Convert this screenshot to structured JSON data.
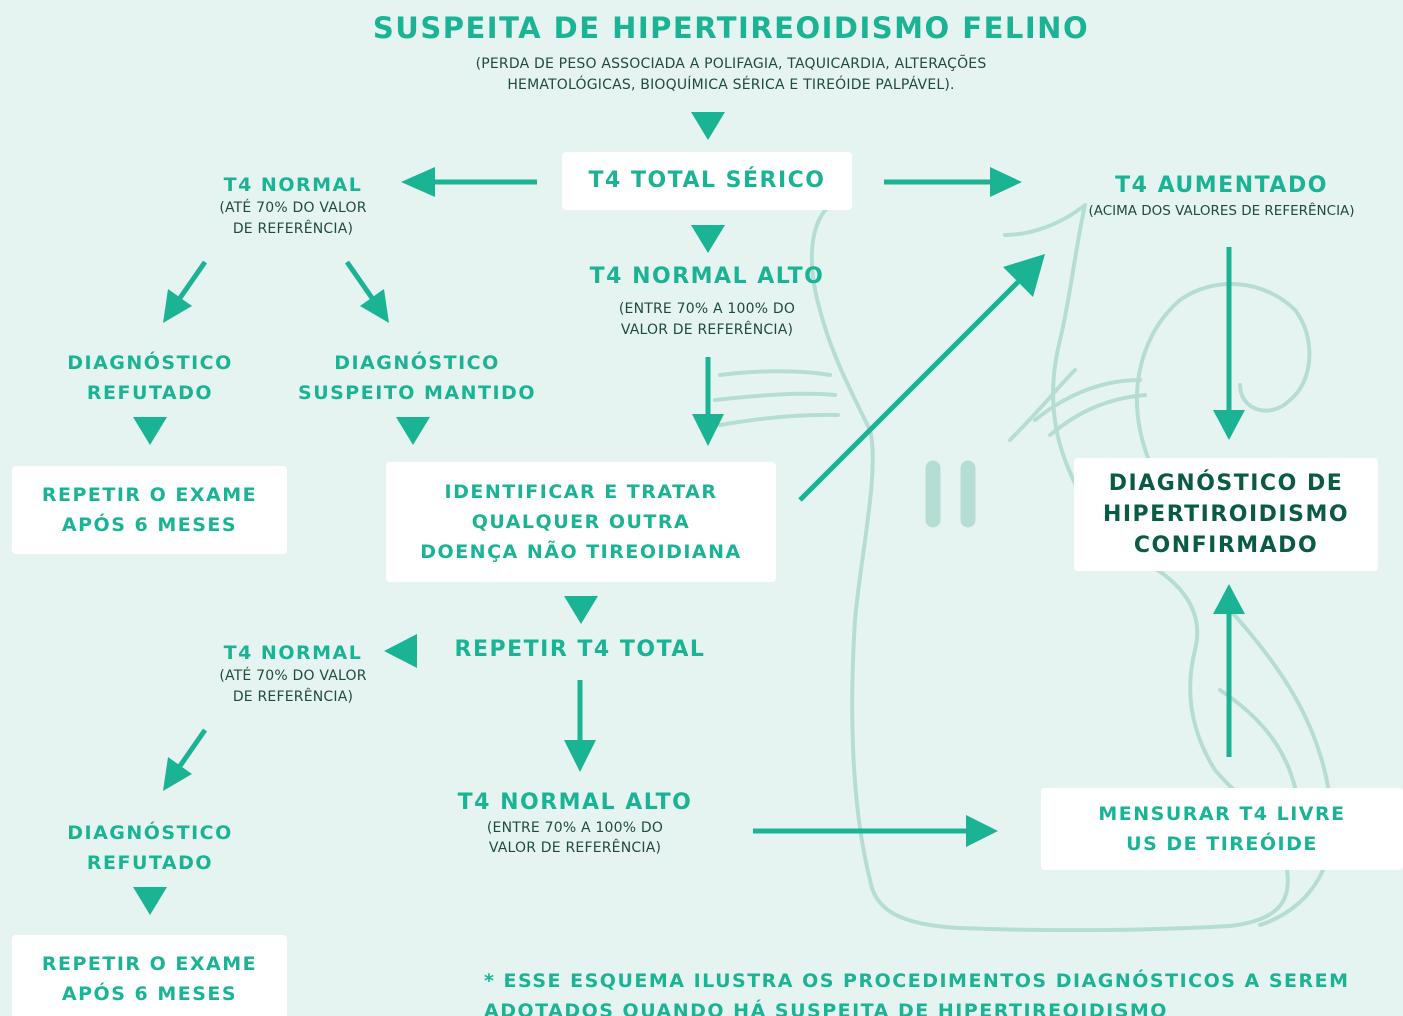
{
  "title": "SUSPEITA DE HIPERTIREOIDISMO FELINO",
  "subtitle_lines": [
    "(PERDA DE PESO ASSOCIADA A POLIFAGIA, TAQUICARDIA, ALTERAÇÕES",
    "HEMATOLÓGICAS, BIOQUÍMICA SÉRICA E TIREÓIDE PALPÁVEL)."
  ],
  "t4_total_serico": "T4 TOTAL SÉRICO",
  "t4_normal_1": {
    "title": "T4 NORMAL",
    "lines": [
      "(ATÉ 70% DO VALOR",
      "DE REFERÊNCIA)"
    ]
  },
  "t4_normal_alto_1": {
    "title": "T4 NORMAL ALTO",
    "lines": [
      "(ENTRE 70% A 100% DO",
      "VALOR DE REFERÊNCIA)"
    ]
  },
  "t4_aumentado": {
    "title": "T4 AUMENTADO",
    "lines": [
      "(ACIMA DOS VALORES DE REFERÊNCIA)"
    ]
  },
  "diag_refutado_1": [
    "DIAGNÓSTICO",
    "REFUTADO"
  ],
  "diag_suspeito": [
    "DIAGNÓSTICO",
    "SUSPEITO MANTIDO"
  ],
  "repetir_exame_1": [
    "REPETIR O EXAME",
    "APÓS 6 MESES"
  ],
  "identificar": [
    "IDENTIFICAR E TRATAR",
    "QUALQUER OUTRA",
    "DOENÇA NÃO TIREOIDIANA"
  ],
  "diag_confirmado": [
    "DIAGNÓSTICO DE",
    "HIPERTIROIDISMO",
    "CONFIRMADO"
  ],
  "repetir_t4_total": "REPETIR T4 TOTAL",
  "t4_normal_2": {
    "title": "T4 NORMAL",
    "lines": [
      "(ATÉ 70% DO VALOR",
      "DE REFERÊNCIA)"
    ]
  },
  "t4_normal_alto_2": {
    "title": "T4 NORMAL ALTO",
    "lines": [
      "(ENTRE 70% A 100% DO",
      "VALOR DE REFERÊNCIA)"
    ]
  },
  "mensurar": [
    "MENSURAR T4 LIVRE",
    "US DE TIREÓIDE"
  ],
  "diag_refutado_2": [
    "DIAGNÓSTICO",
    "REFUTADO"
  ],
  "repetir_exame_2": [
    "REPETIR O EXAME",
    "APÓS 6 MESES"
  ],
  "footnote_lines": [
    "* ESSE ESQUEMA ILUSTRA OS PROCEDIMENTOS DIAGNÓSTICOS A SEREM",
    "ADOTADOS QUANDO HÁ SUSPEITA DE HIPERTIREOIDISMO"
  ],
  "colors": {
    "background": "#e6f4f1",
    "accent": "#1ab393",
    "dark": "#0b5a45",
    "cat_outline": "#b6ddd3"
  }
}
